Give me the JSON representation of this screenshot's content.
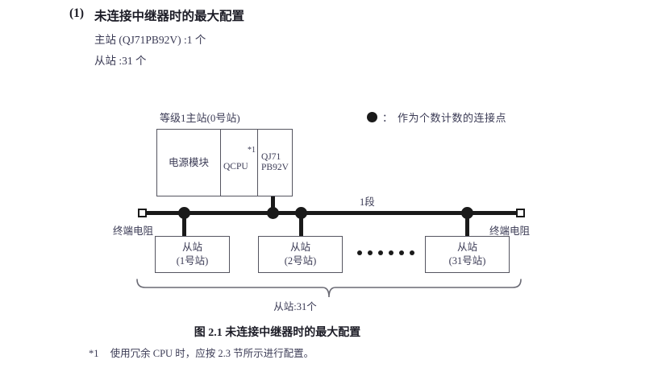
{
  "heading": {
    "number": "(1)",
    "title": "未连接中继器时的最大配置",
    "spec_master": "主站 (QJ71PB92V) :1 个",
    "spec_slave": "从站 :31 个"
  },
  "legend": {
    "marker_icon": "filled-circle-icon",
    "colon": "：",
    "text": "作为个数计数的连接点"
  },
  "diagram": {
    "master_label": "等级1主站(0号站)",
    "segment_label": "1段",
    "terminator_left": "终端电阻",
    "terminator_right": "终端电阻",
    "rack": {
      "power_unit": "电源模块",
      "cpu": "QCPU",
      "cpu_note": "*1",
      "module_line1": "QJ71",
      "module_line2": "PB92V"
    },
    "slaves": [
      {
        "name": "从站",
        "station": "(1号站)"
      },
      {
        "name": "从站",
        "station": "(2号站)"
      },
      {
        "name": "从站",
        "station": "(31号站)"
      }
    ],
    "ellipsis_dot_count": 6,
    "brace_label": "从站:31个",
    "bus_dot_count": 4,
    "colors": {
      "line": "#1a1a1a",
      "box_border": "#555560",
      "text": "#3b3b55",
      "heading": "#1c1c26"
    }
  },
  "caption": "图 2.1  未连接中继器时的最大配置",
  "footnote": {
    "mark": "*1",
    "text": "使用冗余 CPU 时，应按 2.3 节所示进行配置。"
  }
}
